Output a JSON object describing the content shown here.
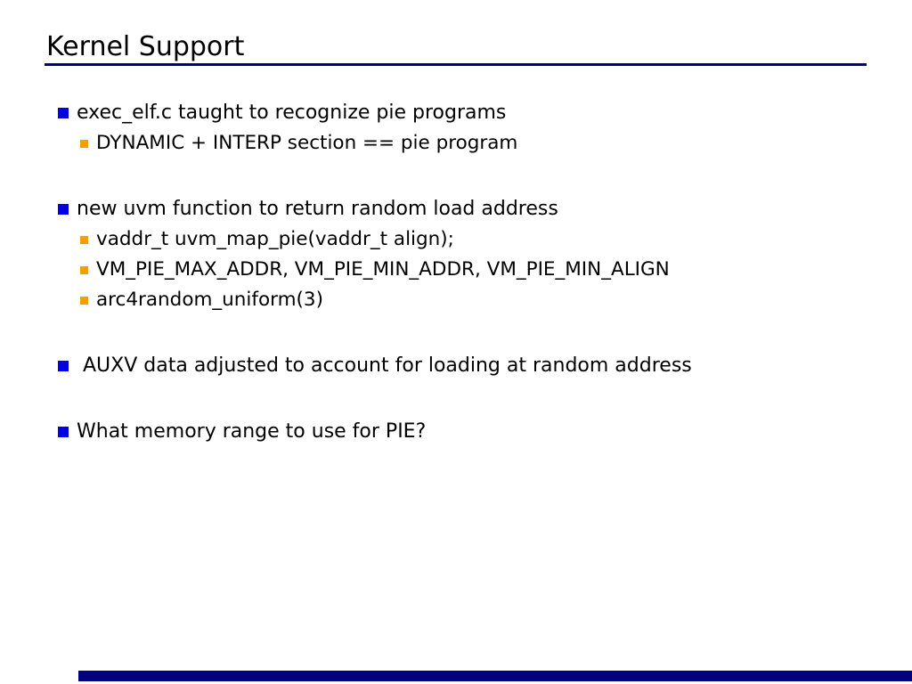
{
  "slide": {
    "title": "Kernel Support",
    "colors": {
      "background": "#ffffff",
      "title_text": "#000000",
      "title_rule": "#000080",
      "level1_bullet": "#0000e0",
      "level2_bullet": "#f0a000",
      "footer_bar": "#000080"
    },
    "groups": [
      {
        "bullet": "exec_elf.c taught to recognize pie programs",
        "subs": [
          "DYNAMIC + INTERP section == pie program"
        ]
      },
      {
        "bullet": "new uvm function to return random load address",
        "subs": [
          "vaddr_t uvm_map_pie(vaddr_t align);",
          "VM_PIE_MAX_ADDR, VM_PIE_MIN_ADDR, VM_PIE_MIN_ALIGN",
          "arc4random_uniform(3)"
        ]
      },
      {
        "bullet": " AUXV data adjusted to account for loading at random address",
        "subs": []
      },
      {
        "bullet": "What memory range to use for PIE?",
        "subs": []
      }
    ]
  }
}
